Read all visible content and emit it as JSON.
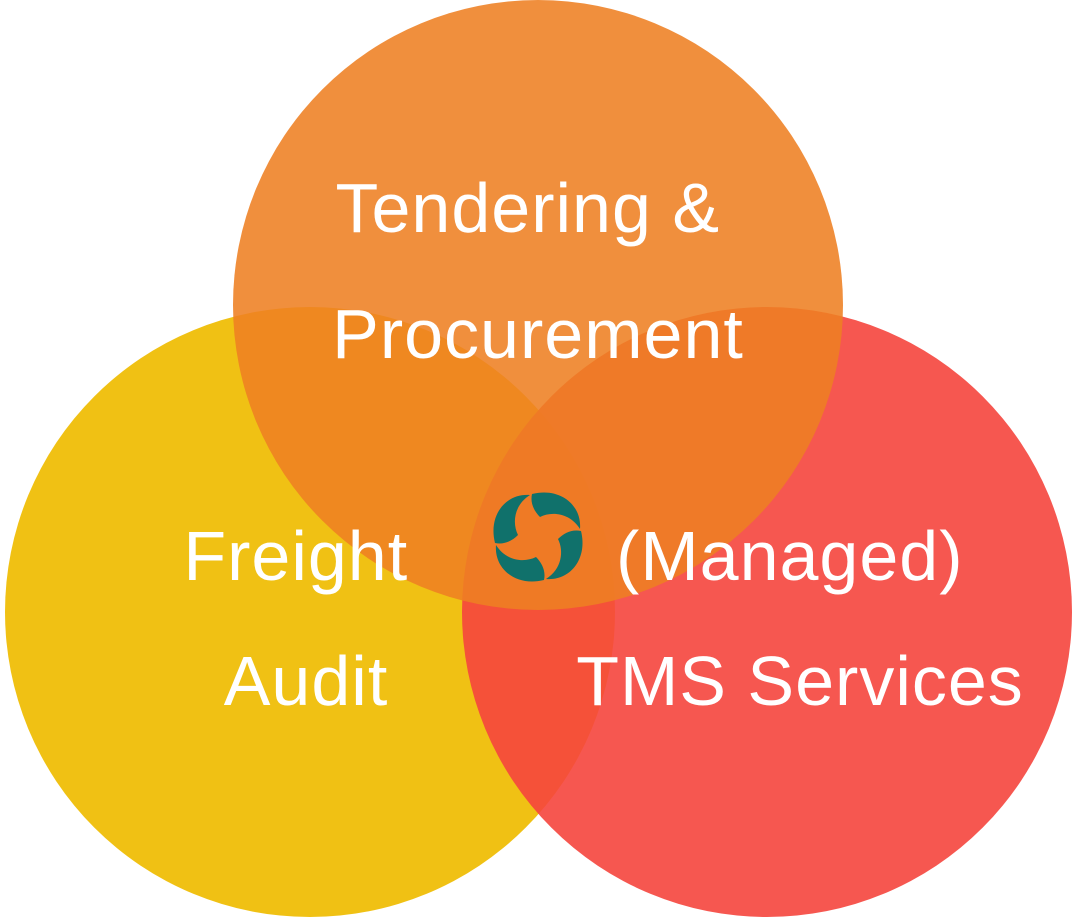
{
  "diagram": {
    "type": "venn",
    "circles": [
      {
        "id": "tendering",
        "label_lines": [
          "Tendering &",
          "Procurement"
        ],
        "color": "#ee7f22"
      },
      {
        "id": "freight-audit",
        "label_lines": [
          "Freight",
          "Audit"
        ],
        "color": "#efbf0c"
      },
      {
        "id": "tms",
        "label_lines": [
          "(Managed)",
          "TMS Services"
        ],
        "color": "#f5453d"
      }
    ],
    "center_logo": {
      "icon": "swirl-logo-icon",
      "color": "#10716b"
    }
  }
}
